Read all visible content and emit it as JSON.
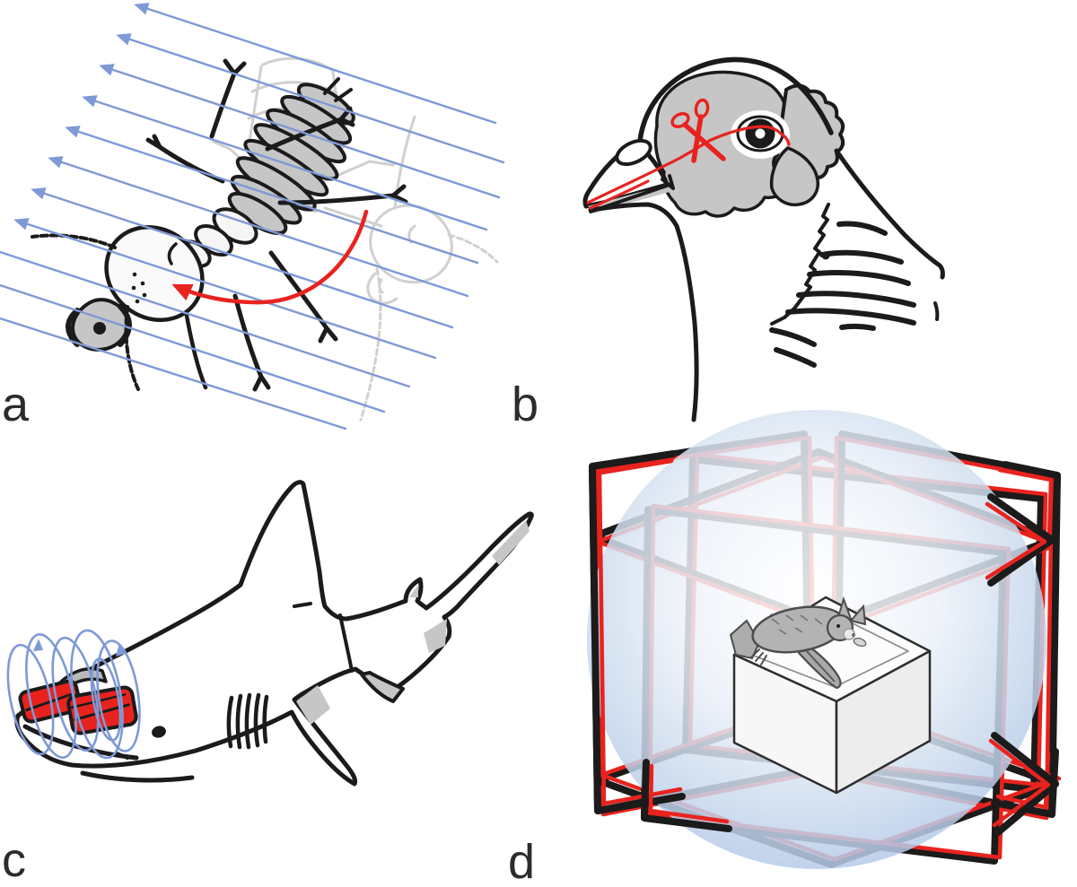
{
  "figure": {
    "background": "#ffffff",
    "panels": [
      {
        "id": "a",
        "label": "a",
        "illustration": "termite-rotating-in-tilted-magnetic-field"
      },
      {
        "id": "b",
        "label": "b",
        "illustration": "pigeon-head-nerve-sectioned-with-scissors"
      },
      {
        "id": "c",
        "label": "c",
        "illustration": "shark-with-magnets-attached-to-snout"
      },
      {
        "id": "d",
        "label": "d",
        "illustration": "bat-on-pedestal-inside-helmholtz-coil-cage"
      }
    ],
    "colors": {
      "bg": "#ffffff",
      "ink": "#1b1b1b",
      "red": "#e8231e",
      "blue": "#7e99d6",
      "shade": "#c6c6c6",
      "ghost": "#d0d0d0",
      "sphere_rim": "#b3c9e7",
      "label": "#2b2b2b"
    }
  }
}
